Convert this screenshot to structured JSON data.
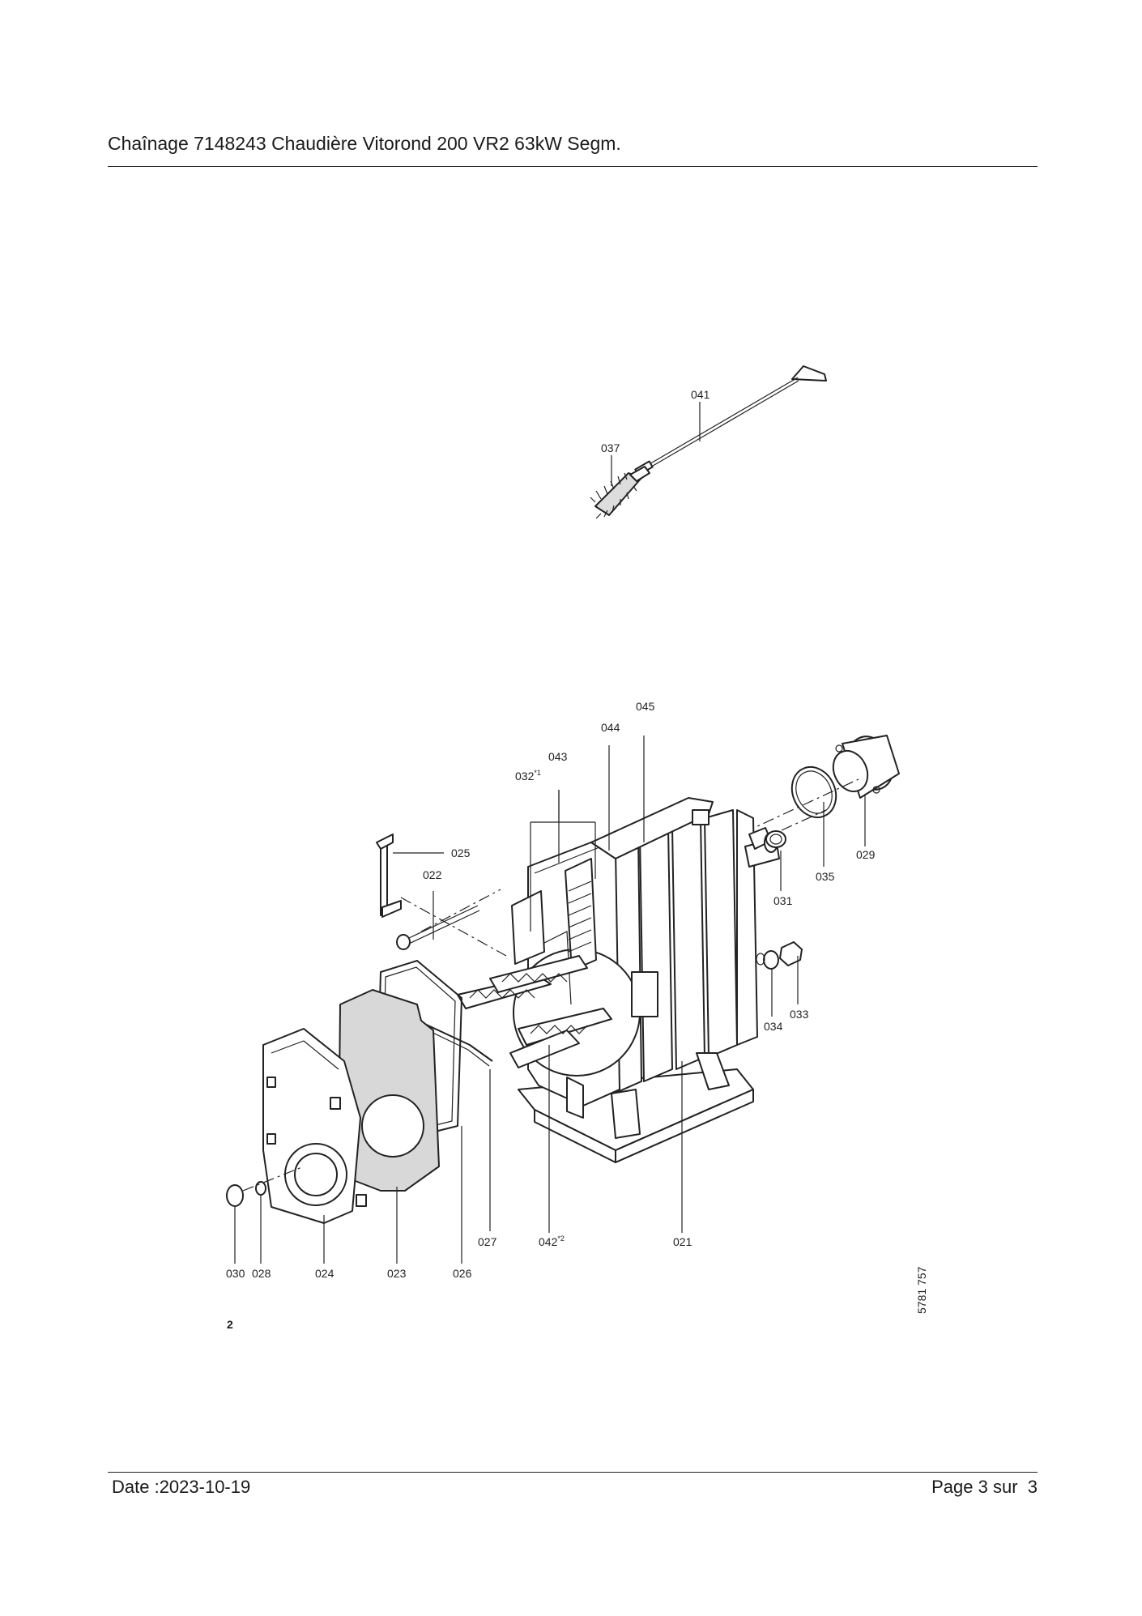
{
  "header": {
    "title": "Chaînage 7148243 Chaudière Vitorond 200 VR2 63kW Segm."
  },
  "figure": {
    "number": "2",
    "drawing_id": "5781 757",
    "labels": {
      "p041": "041",
      "p037": "037",
      "p045": "045",
      "p044": "044",
      "p043": "043",
      "p032": "032",
      "p032_sup": "*1",
      "p025": "025",
      "p022": "022",
      "p035": "035",
      "p029": "029",
      "p031": "031",
      "p033": "033",
      "p034": "034",
      "p027": "027",
      "p042": "042",
      "p042_sup": "*2",
      "p021": "021",
      "p030": "030",
      "p028": "028",
      "p024": "024",
      "p023": "023",
      "p026": "026"
    }
  },
  "footer": {
    "date": "Date :2023-10-19",
    "page": "Page 3 sur  3"
  }
}
